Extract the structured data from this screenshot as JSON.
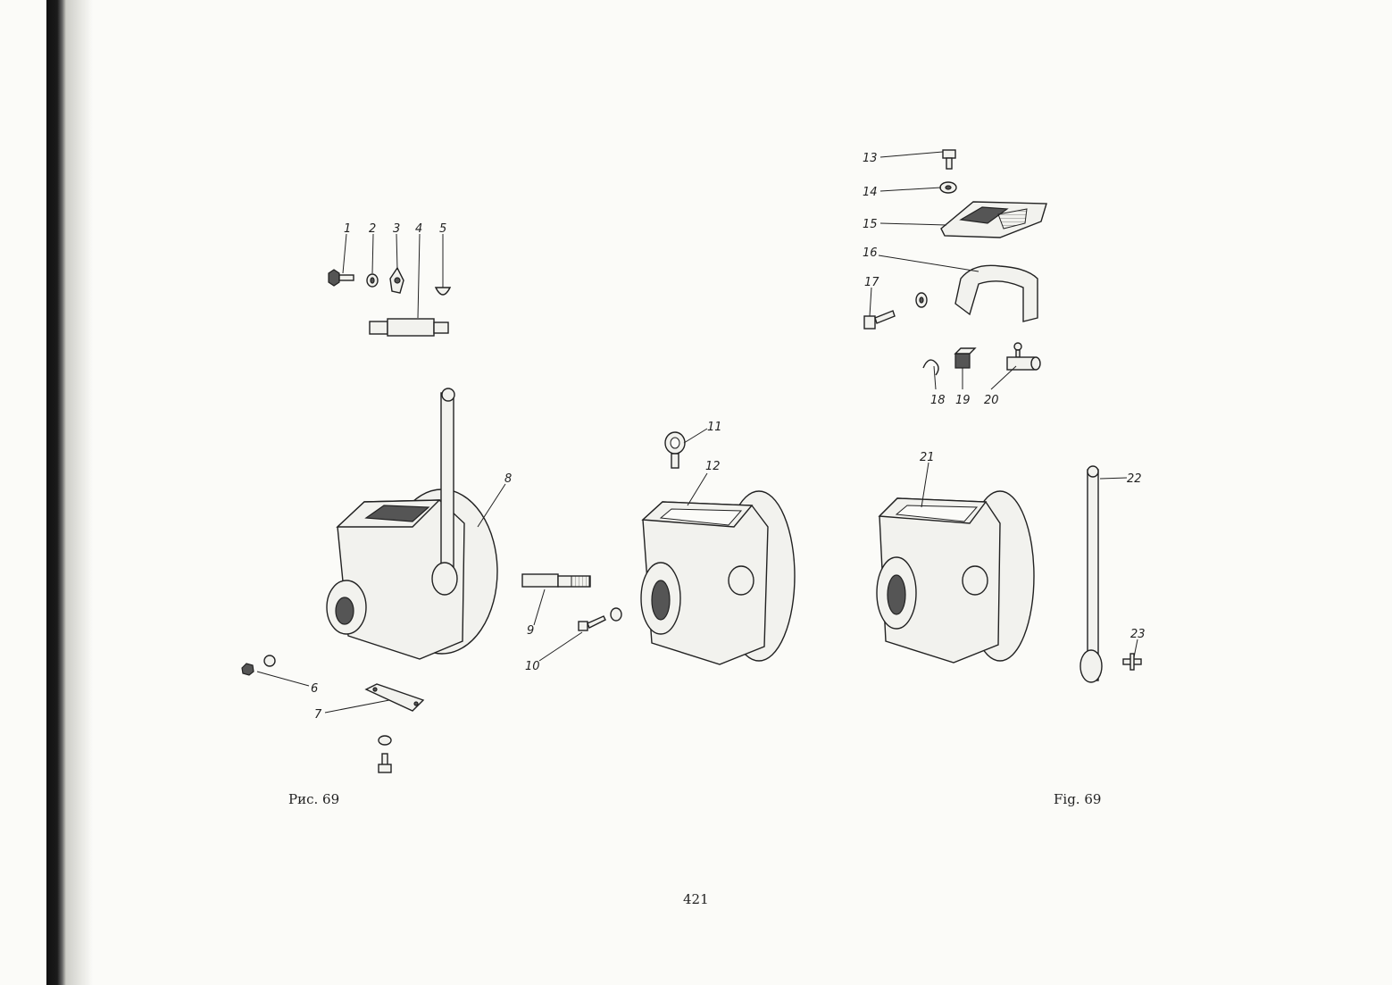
{
  "figure": {
    "caption_ru": "Рис. 69",
    "caption_en": "Fig. 69",
    "page_number": "421"
  },
  "callouts": [
    "1",
    "2",
    "3",
    "4",
    "5",
    "6",
    "7",
    "8",
    "9",
    "10",
    "11",
    "12",
    "13",
    "14",
    "15",
    "16",
    "17",
    "18",
    "19",
    "20",
    "21",
    "22",
    "23"
  ]
}
